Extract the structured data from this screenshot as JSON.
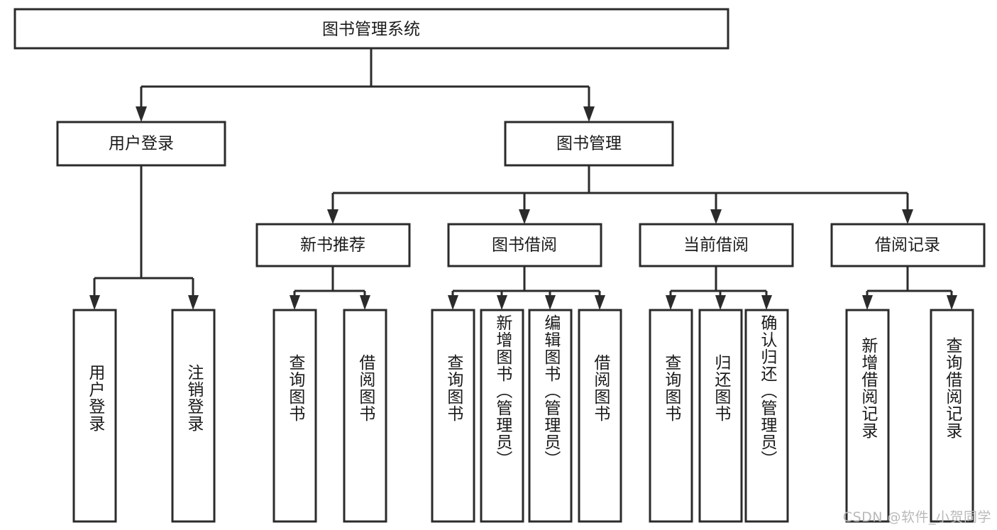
{
  "diagram": {
    "type": "tree",
    "title": "图书管理系统",
    "orientation": "top-down",
    "colors": {
      "box_stroke": "#2b2b2b",
      "box_fill": "#ffffff",
      "text": "#1a1a1a",
      "background": "#ffffff",
      "watermark": "#b9b9b9"
    },
    "root": {
      "label": "图书管理系统"
    },
    "level2": [
      {
        "label": "用户登录"
      },
      {
        "label": "图书管理"
      }
    ],
    "level3": [
      {
        "label": "新书推荐"
      },
      {
        "label": "图书借阅"
      },
      {
        "label": "当前借阅"
      },
      {
        "label": "借阅记录"
      }
    ],
    "leaves": {
      "user_login": [
        {
          "label": "用户登录"
        },
        {
          "label": "注销登录"
        }
      ],
      "new_book_recommend": [
        {
          "label": "查询图书"
        },
        {
          "label": "借阅图书"
        }
      ],
      "book_borrow": [
        {
          "label": "查询图书"
        },
        {
          "label": "新增图书（管理员）"
        },
        {
          "label": "编辑图书（管理员）"
        },
        {
          "label": "借阅图书"
        }
      ],
      "current_borrow": [
        {
          "label": "查询图书"
        },
        {
          "label": "归还图书"
        },
        {
          "label": "确认归还（管理员）"
        }
      ],
      "borrow_record": [
        {
          "label": "新增借阅记录"
        },
        {
          "label": "查询借阅记录"
        }
      ]
    }
  },
  "watermark": {
    "text": "CSDN @软件_小贺同学"
  }
}
